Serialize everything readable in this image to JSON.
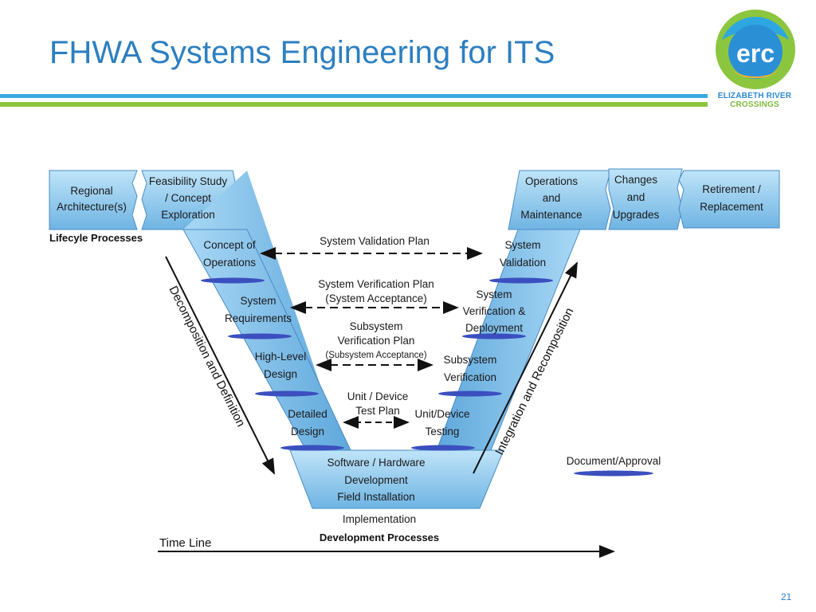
{
  "slide": {
    "title": "FHWA Systems Engineering for ITS",
    "page_number": "21",
    "colors": {
      "title": "#2c7fc1",
      "rule_blue": "#38a9e0",
      "rule_green": "#8cc63f"
    }
  },
  "logo": {
    "mark": "erc",
    "name_line1": "ELIZABETH RIVER",
    "name_line2": "CROSSINGS"
  },
  "diagram": {
    "lifecycle_boxes": {
      "regional": [
        "Regional",
        "Architecture(s)"
      ],
      "feasibility": [
        "Feasibility Study",
        "/ Concept",
        "Exploration"
      ],
      "operations": [
        "Operations",
        "and",
        "Maintenance"
      ],
      "changes": [
        "Changes",
        "and",
        "Upgrades"
      ],
      "retirement": [
        "Retirement /",
        "Replacement"
      ]
    },
    "lifecycle_label": "Lifecyle Processes",
    "left_leg": [
      [
        "Concept of",
        "Operations"
      ],
      [
        "System",
        "Requirements"
      ],
      [
        "High-Level",
        "Design"
      ],
      [
        "Detailed",
        "Design"
      ]
    ],
    "right_leg": [
      [
        "System",
        "Validation"
      ],
      [
        "System",
        "Verification &",
        "Deployment"
      ],
      [
        "Subsystem",
        "Verification"
      ],
      [
        "Unit/Device",
        "Testing"
      ]
    ],
    "bottom": [
      "Software / Hardware",
      "Development",
      "Field Installation"
    ],
    "implementation_label": "Implementation",
    "development_label": "Development Processes",
    "plans": {
      "validation": "System Validation Plan",
      "verification": [
        "System Verification Plan",
        "(System Acceptance)"
      ],
      "subsystem": [
        "Subsystem",
        "Verification Plan",
        "(Subsystem Acceptance)"
      ],
      "unit": [
        "Unit / Device",
        "Test Plan"
      ]
    },
    "decomposition_label": "Decomposition and Definition",
    "integration_label": "Integration and Recomposition",
    "timeline_label": "Time Line",
    "legend_label": "Document/Approval",
    "colors": {
      "box_light": "#a9d8f5",
      "box_dark": "#5fa8dc",
      "document_bar": "#3b4fbf"
    }
  }
}
